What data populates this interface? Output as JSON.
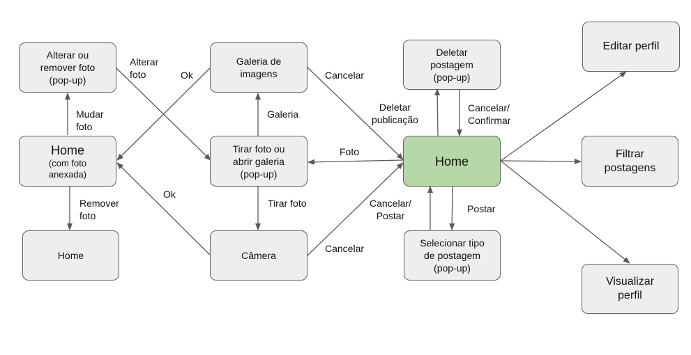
{
  "nodes": {
    "alterar": "Alterar ou\nremover foto\n(pop-up)",
    "galeria": "Galeria de\nimagens",
    "deletar": "Deletar\npostagem\n(pop-up)",
    "editar": "Editar perfil",
    "home_foto_title": "Home",
    "home_foto_sub": "(com foto\nanexada)",
    "tirar": "Tirar foto ou\nabrir galeria\n(pop-up)",
    "home_main": "Home",
    "filtrar": "Filtrar\npostagens",
    "home_plain": "Home",
    "camera": "Câmera",
    "selecionar": "Selecionar tipo\nde postagem\n(pop-up)",
    "visualizar": "Visualizar\nperfil"
  },
  "edges": {
    "alterar_foto": "Alterar\nfoto",
    "ok_top": "Ok",
    "cancelar_galeria": "Cancelar",
    "mudar_foto": "Mudar\nfoto",
    "galeria": "Galeria",
    "deletar_publicacao": "Deletar\npublicação",
    "cancelar_confirmar": "Cancelar/\nConfirmar",
    "foto": "Foto",
    "ok_bottom": "Ok",
    "remover_foto": "Remover\nfoto",
    "tirar_foto": "Tirar foto",
    "cancelar_postar": "Cancelar/\nPostar",
    "postar": "Postar",
    "cancelar_camera": "Cancelar"
  }
}
